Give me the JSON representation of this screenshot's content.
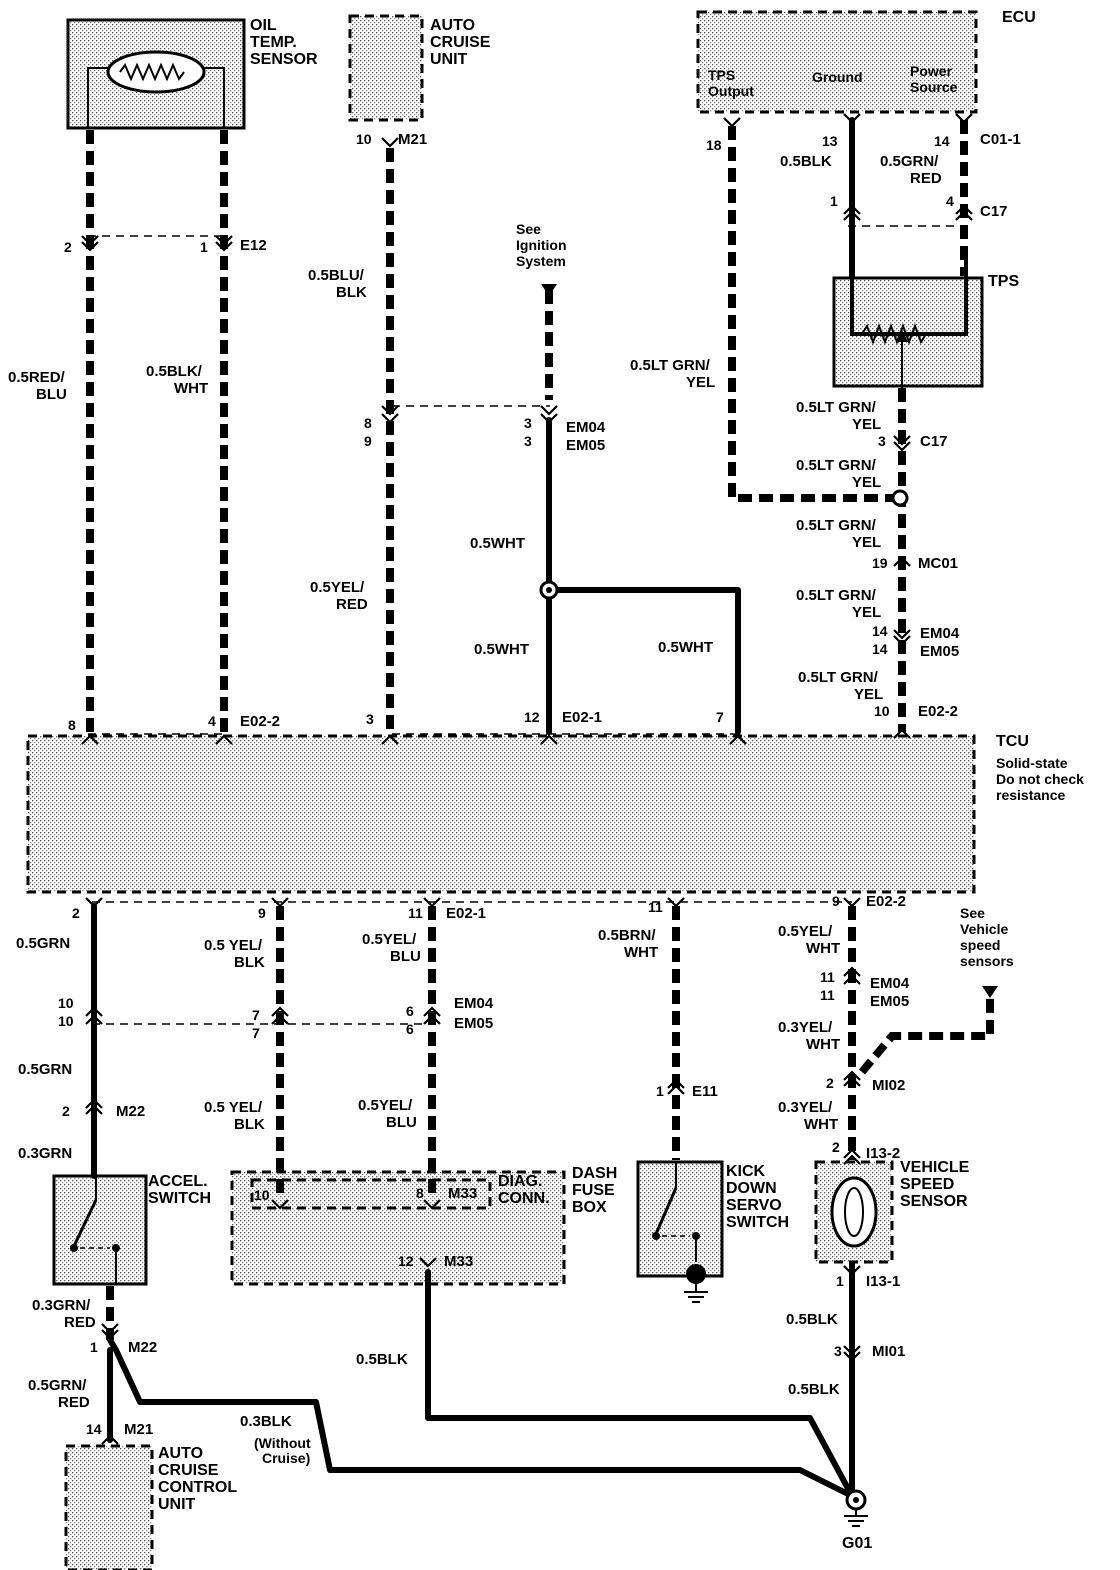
{
  "components": {
    "oil_temp_sensor": "OIL TEMP. SENSOR",
    "auto_cruise_unit": "AUTO CRUISE UNIT",
    "ecu": "ECU",
    "ecu_tps_output": "TPS Output",
    "ecu_ground": "Ground",
    "ecu_power_source": "Power Source",
    "tps": "TPS",
    "tcu": "TCU",
    "tcu_note": "Solid-state Do not check resistance",
    "accel_switch": "ACCEL. SWITCH",
    "diag_conn": "DIAG. CONN.",
    "dash_fuse_box": "DASH FUSE BOX",
    "kick_down_servo_switch": "KICK DOWN SERVO SWITCH",
    "vehicle_speed_sensor": "VEHICLE SPEED SENSOR",
    "auto_cruise_control_unit": "AUTO CRUISE CONTROL UNIT",
    "ground": "G01"
  },
  "notes": {
    "see_ignition": "See Ignition System",
    "see_vss": "See Vehicle speed sensors",
    "without_cruise": "(Without Cruise)"
  },
  "connectors": {
    "e12": "E12",
    "m21": "M21",
    "c01_1": "C01-1",
    "c17": "C17",
    "em04": "EM04",
    "em05": "EM05",
    "mc01": "MC01",
    "e02_2": "E02-2",
    "e02_1": "E02-1",
    "m22": "M22",
    "m33": "M33",
    "e11": "E11",
    "mi02": "MI02",
    "i13_2": "I13-2",
    "i13_1": "I13-1",
    "mi01": "MI01"
  },
  "wires": {
    "red_blu": "0.5RED/ BLU",
    "blk_wht": "0.5BLK/ WHT",
    "blu_blk": "0.5BLU/ BLK",
    "yel_red": "0.5YEL/ RED",
    "wht": "0.5WHT",
    "lt_grn_yel": "0.5LT GRN/ YEL",
    "blk_05": "0.5BLK",
    "grn_red_05": "0.5GRN/ RED",
    "grn_05": "0.5GRN",
    "grn_03": "0.3GRN",
    "grn_red_03": "0.3GRN/ RED",
    "yel_blk": "0.5 YEL/ BLK",
    "yel_blu": "0.5YEL/ BLU",
    "brn_wht": "0.5BRN/ WHT",
    "yel_wht_05": "0.5YEL/ WHT",
    "yel_wht_03": "0.3YEL/ WHT",
    "blk_03": "0.3BLK"
  },
  "pins": {
    "p1": "1",
    "p2": "2",
    "p3": "3",
    "p4": "4",
    "p6": "6",
    "p7": "7",
    "p8": "8",
    "p9": "9",
    "p10": "10",
    "p11": "11",
    "p12": "12",
    "p13": "13",
    "p14": "14",
    "p18": "18",
    "p19": "19"
  }
}
